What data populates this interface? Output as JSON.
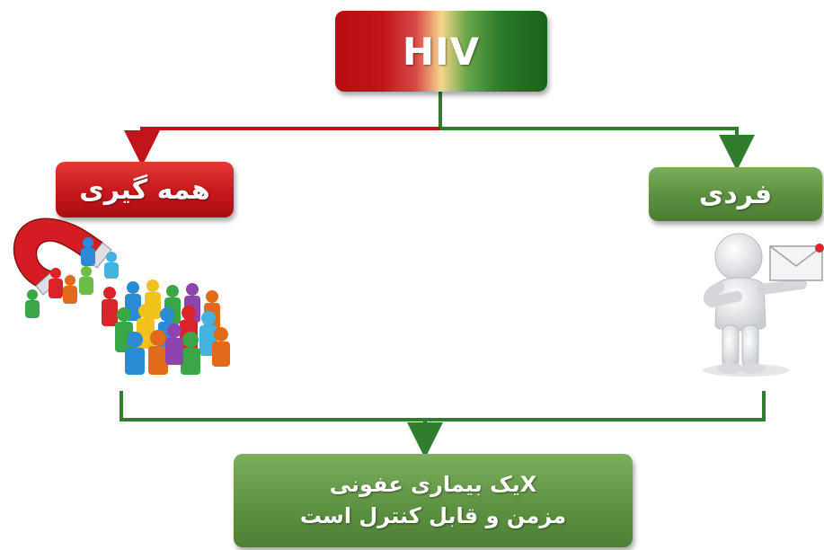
{
  "top_box": {
    "label": "HIV"
  },
  "left_box": {
    "label": "همه گیری"
  },
  "right_box": {
    "label": "فردی"
  },
  "bottom_box": {
    "line1": "Xیک بیماری عفونی",
    "line2": "مزمن و  قابل کنترل است"
  },
  "colors": {
    "red": "#c5181c",
    "green": "#5a8f3f",
    "line_red": "#c0151b",
    "line_green": "#2f7d2d"
  },
  "illustrations": {
    "left": "magnet-attracting-crowd-icon",
    "right": "person-holding-envelope-icon"
  }
}
